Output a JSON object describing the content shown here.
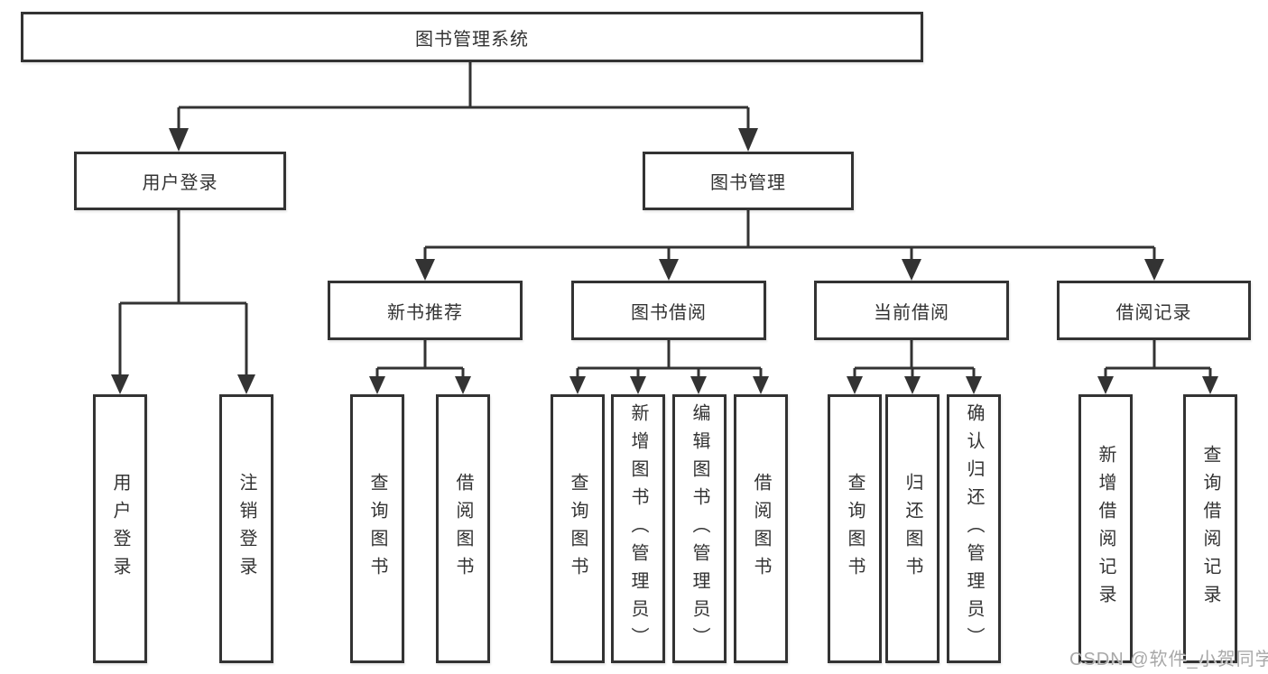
{
  "tree": {
    "label": "图书管理系统",
    "children": [
      {
        "label": "用户登录",
        "children": [
          {
            "label": "用户登录"
          },
          {
            "label": "注销登录"
          }
        ]
      },
      {
        "label": "图书管理",
        "children": [
          {
            "label": "新书推荐",
            "children": [
              {
                "label": "查询图书"
              },
              {
                "label": "借阅图书"
              }
            ]
          },
          {
            "label": "图书借阅",
            "children": [
              {
                "label": "查询图书"
              },
              {
                "label": "新增图书（管理员）"
              },
              {
                "label": "编辑图书（管理员）"
              },
              {
                "label": "借阅图书"
              }
            ]
          },
          {
            "label": "当前借阅",
            "children": [
              {
                "label": "查询图书"
              },
              {
                "label": "归还图书"
              },
              {
                "label": "确认归还（管理员）"
              }
            ]
          },
          {
            "label": "借阅记录",
            "children": [
              {
                "label": "新增借阅记录"
              },
              {
                "label": "查询借阅记录"
              }
            ]
          }
        ]
      }
    ]
  },
  "watermark": {
    "text": "CSDN @软件_小贺同学"
  },
  "colors": {
    "line": "#333333",
    "text": "#333333",
    "background": "#ffffff",
    "watermark": "#a8a8a8"
  }
}
